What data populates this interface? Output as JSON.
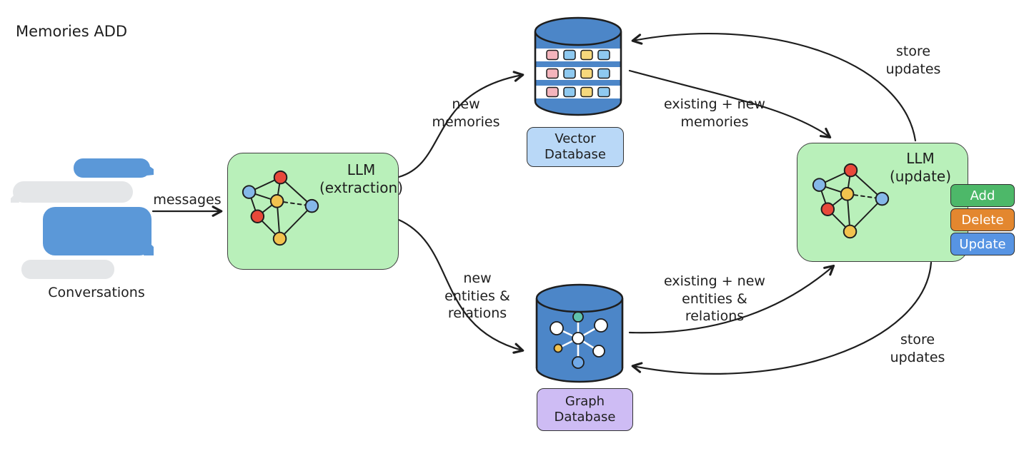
{
  "title": "Memories ADD",
  "conversations": {
    "label": "Conversations"
  },
  "nodes": {
    "llm_extraction": {
      "label": "LLM\n(extraction)"
    },
    "llm_update": {
      "label": "LLM\n(update)"
    },
    "vector_db": {
      "label": "Vector\nDatabase"
    },
    "graph_db": {
      "label": "Graph\nDatabase"
    }
  },
  "edges": {
    "messages": {
      "label": "messages"
    },
    "new_memories": {
      "label": "new\nmemories"
    },
    "new_entities_relations": {
      "label": "new\nentities &\nrelations"
    },
    "existing_new_memories": {
      "label": "existing + new\nmemories"
    },
    "existing_new_entities_relations": {
      "label": "existing + new\nentities &\nrelations"
    },
    "store_updates_top": {
      "label": "store\nupdates"
    },
    "store_updates_bottom": {
      "label": "store\nupdates"
    }
  },
  "actions": [
    {
      "label": "Add",
      "color": "#4db869"
    },
    {
      "label": "Delete",
      "color": "#e3872f"
    },
    {
      "label": "Update",
      "color": "#5794e3"
    }
  ],
  "colors": {
    "node_fill_green": "#b9f0ba",
    "db_blue": "#4c86c8",
    "vector_label_bg": "#b9d8f7",
    "graph_label_bg": "#cebcf4",
    "chat_blue": "#5b98d8",
    "chat_gray": "#e4e6e8",
    "stroke": "#1e1e1e"
  }
}
